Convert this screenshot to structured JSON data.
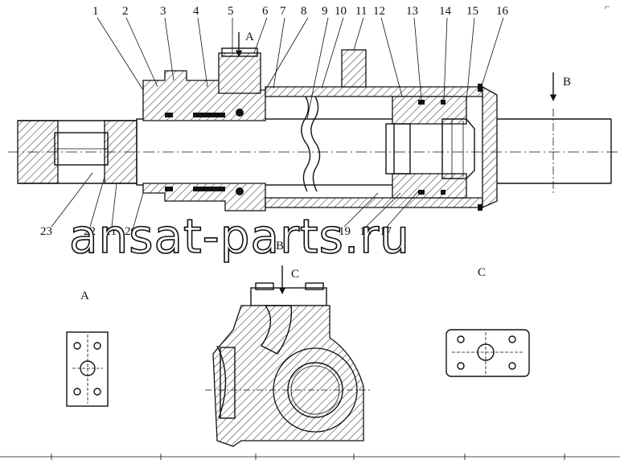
{
  "callouts_top": [
    "1",
    "2",
    "3",
    "4",
    "5",
    "6",
    "7",
    "8",
    "9",
    "10",
    "11",
    "12",
    "13",
    "14",
    "15",
    "16"
  ],
  "callouts_bottom": [
    "23",
    "22",
    "21",
    "20",
    "19",
    "18",
    "17"
  ],
  "view_markers": {
    "a_arrow": "A",
    "b_arrow": "B",
    "b_section_arrow": "B",
    "c_arrow": "C"
  },
  "view_titles": {
    "view_a": "A",
    "view_c": "C"
  },
  "corner_mark": "⌐",
  "watermark": "ansat-parts.ru"
}
